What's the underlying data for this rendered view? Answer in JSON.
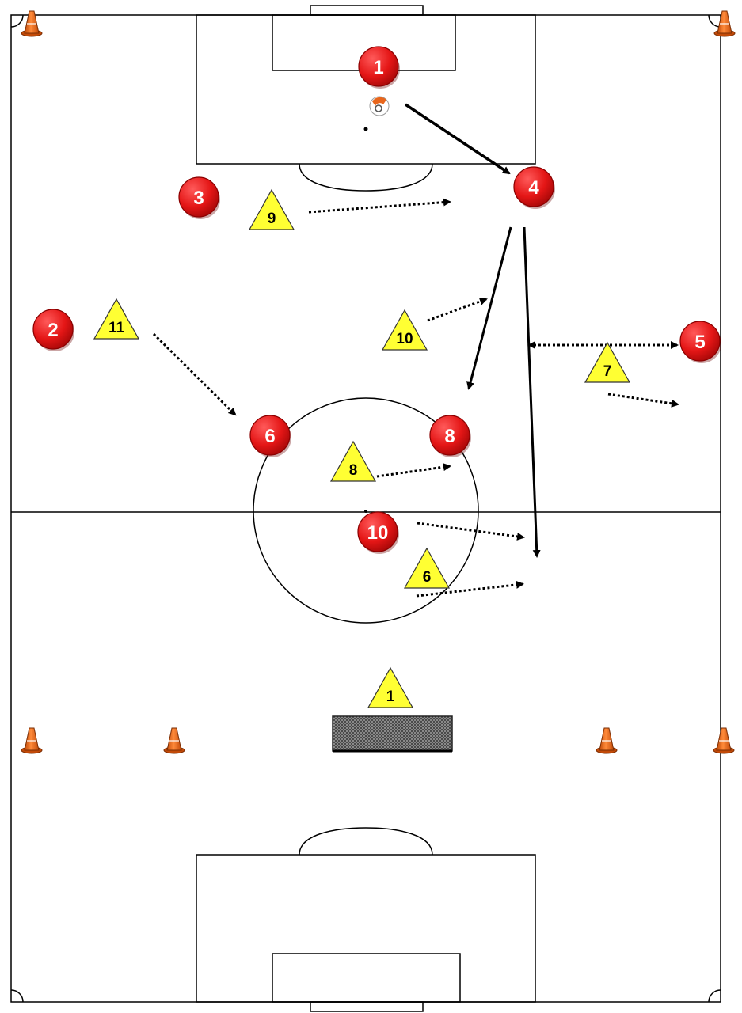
{
  "colors": {
    "player_red": "#ee1c1c",
    "opponent_yellow": "#ffff33",
    "cone_orange": "#f26d1c",
    "line": "#000000",
    "goal_net": "#7a7a7a"
  },
  "red_players": [
    {
      "label": "1"
    },
    {
      "label": "3"
    },
    {
      "label": "4"
    },
    {
      "label": "2"
    },
    {
      "label": "5"
    },
    {
      "label": "6"
    },
    {
      "label": "8"
    },
    {
      "label": "10"
    }
  ],
  "yellow_players": [
    {
      "label": "9"
    },
    {
      "label": "11"
    },
    {
      "label": "10"
    },
    {
      "label": "7"
    },
    {
      "label": "8"
    },
    {
      "label": "6"
    },
    {
      "label": "1"
    }
  ],
  "icons": {
    "ball": "soccer-ball-icon",
    "cone": "training-cone-icon",
    "mini_goal": "mini-goal-icon"
  }
}
